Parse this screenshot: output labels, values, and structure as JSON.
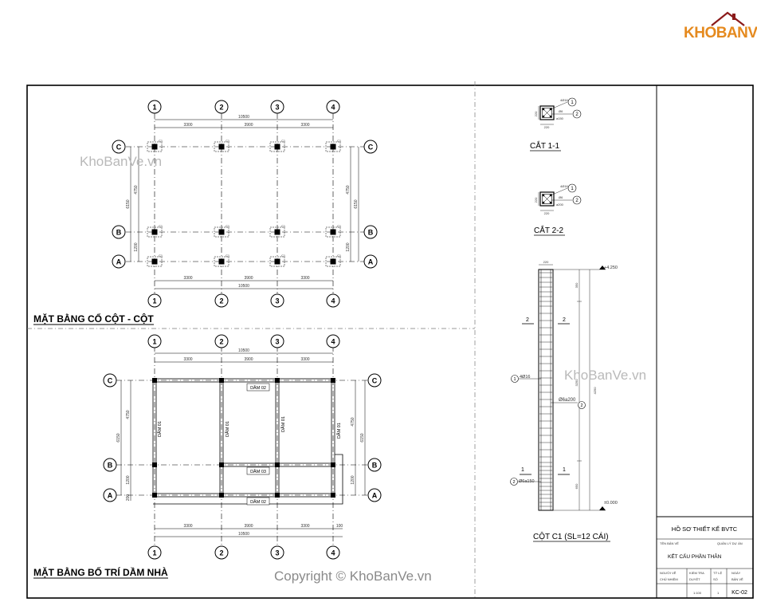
{
  "logo": {
    "text": "KHOBANVE",
    "text_color": "#e58a1f",
    "roof_color": "#8b1a1a"
  },
  "watermarks": [
    "KhoBanVe.vn",
    "KhoBanVe.vn"
  ],
  "copyright": "Copyright © KhoBanVe.vn",
  "plan_columns": {
    "title": "MẶT BẰNG CỔ CỘT - CỘT",
    "axes_x": [
      "1",
      "2",
      "3",
      "4"
    ],
    "axes_y": [
      "C",
      "B",
      "A"
    ],
    "dims_top_total": "10500",
    "dims_top": [
      "3300",
      "3900",
      "3300"
    ],
    "dims_bottom_total": "10500",
    "dims_bottom": [
      "3300",
      "3900",
      "3300"
    ],
    "dims_left_total": "6150",
    "dims_left": [
      "4750",
      "1200"
    ],
    "dims_right_total": "6150",
    "dims_right": [
      "4750",
      "1200"
    ],
    "column_tag": "C1"
  },
  "plan_beams": {
    "title": "MẶT BẰNG BỐ TRÍ DẦM NHÀ",
    "axes_x": [
      "1",
      "2",
      "3",
      "4"
    ],
    "axes_y": [
      "C",
      "B",
      "A"
    ],
    "dims_top_total": "10500",
    "dims_top": [
      "3300",
      "3900",
      "3300"
    ],
    "dims_bottom_total": "10500",
    "dims_bottom": [
      "3300",
      "3900",
      "3300",
      "100"
    ],
    "dims_left_total": "6150",
    "dims_left": [
      "4750",
      "1200",
      "200"
    ],
    "dims_right_total": "6150",
    "dims_right": [
      "4750",
      "1200"
    ],
    "beam_labels": {
      "d02_top": "DẦM 02",
      "d03": "DẦM 03",
      "d02_bottom": "DẦM 02",
      "d01_1": "DẦM 01",
      "d01_2": "DẦM 01",
      "d01_3": "DẦM 01",
      "d01_4": "DẦM 01"
    }
  },
  "section_11": {
    "title": "CẮT 1-1",
    "rebar_main": "4Ø16",
    "stirrup": "Ø6",
    "stirrup_spacing": "a150",
    "dim_w": "220",
    "dim_h": "220",
    "marks": [
      "1",
      "2"
    ]
  },
  "section_22": {
    "title": "CẮT 2-2",
    "rebar_main": "4Ø16",
    "stirrup": "Ø6",
    "stirrup_spacing": "a200",
    "dim_w": "220",
    "dim_h": "220",
    "marks": [
      "1",
      "2"
    ]
  },
  "column_elevation": {
    "title": "CỘT C1 (SL=12 CÁI)",
    "width_dim": "220",
    "level_top": "+4.250",
    "level_bottom": "±0.000",
    "dim_total": "4250",
    "dim_top": "350",
    "dim_mid": "3250",
    "dim_bottom": "650",
    "label_main": "4Ø16",
    "label_mid": "Ø6a200",
    "label_bottom": "Ø6a150",
    "mark_main": "1",
    "mark_mid": "2",
    "mark_bottom": "2",
    "section_mark_top": "2",
    "section_mark_bottom": "1"
  },
  "title_block": {
    "project": "HỒ SƠ THIẾT KẾ BVTC",
    "row_label_left": "TÊN BẢN VẼ",
    "row_label_right": "QUẢN LÝ DỰ ÁN",
    "drawing_name": "KẾT CẤU PHẦN THÂN",
    "cells": [
      "NGƯỜI VẼ",
      "KIỂM TRA",
      "TỶ LỆ",
      "NGÀY"
    ],
    "cells_sub": [
      "CHỦ NHIỆM",
      "DUYỆT",
      "SỐ",
      "BẢN VẼ"
    ],
    "scale": "1:100",
    "sheet_no": "1",
    "code": "KC-02"
  }
}
